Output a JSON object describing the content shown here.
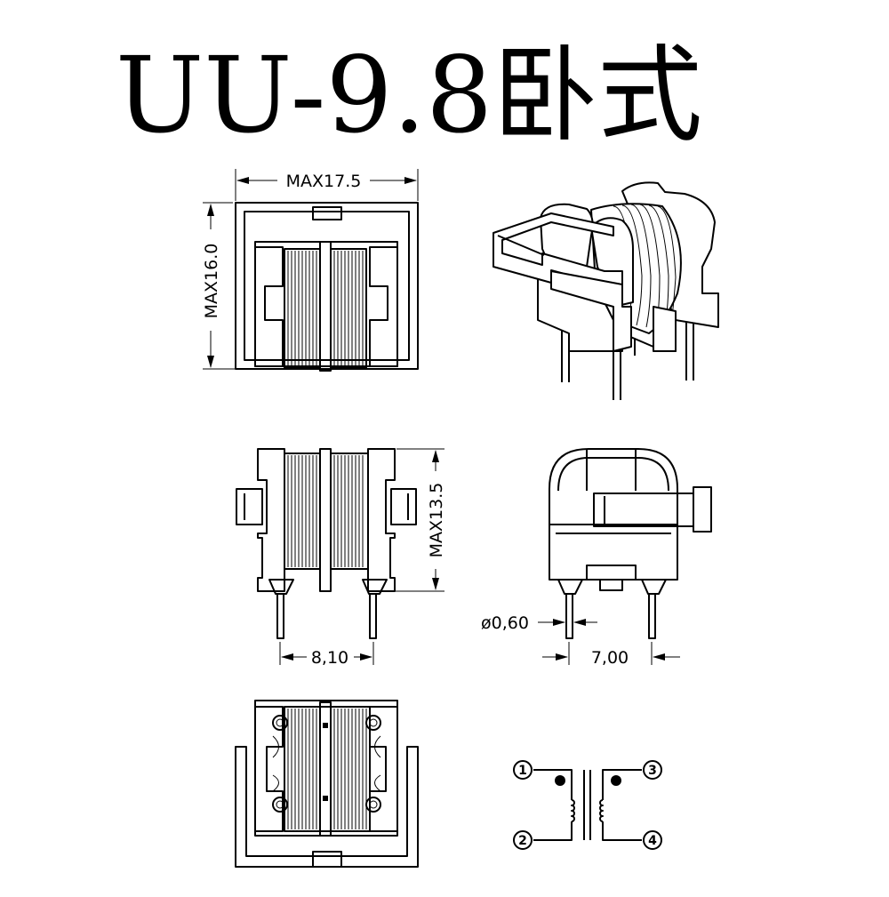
{
  "title": "UU-9.8卧式",
  "dimensions": {
    "width": "MAX17.5",
    "height": "MAX16.0",
    "body_height": "MAX13.5",
    "pin_pitch_front": "8,10",
    "pin_diameter": "ø0,60",
    "pin_pitch_side": "7,00"
  },
  "pins": [
    "1",
    "2",
    "3",
    "4"
  ]
}
